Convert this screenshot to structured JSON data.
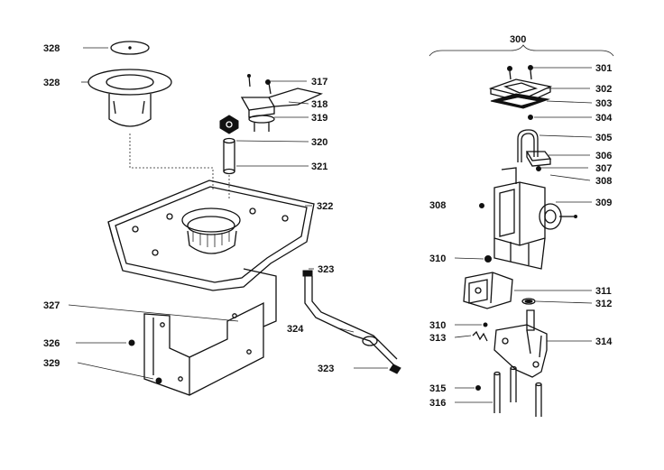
{
  "diagram": {
    "group_label": "300",
    "labels": {
      "l328a": "328",
      "l328b": "328",
      "l317": "317",
      "l318": "318",
      "l319": "319",
      "l320": "320",
      "l321": "321",
      "l322": "322",
      "l323a": "323",
      "l324": "324",
      "l323b": "323",
      "l327": "327",
      "l326": "326",
      "l329": "329",
      "l301": "301",
      "l302": "302",
      "l303": "303",
      "l304": "304",
      "l305": "305",
      "l306": "306",
      "l307": "307",
      "l308r": "308",
      "l309": "309",
      "l308l": "308",
      "l310a": "310",
      "l311": "311",
      "l312": "312",
      "l310b": "310",
      "l313": "313",
      "l314": "314",
      "l315": "315",
      "l316": "316"
    }
  }
}
